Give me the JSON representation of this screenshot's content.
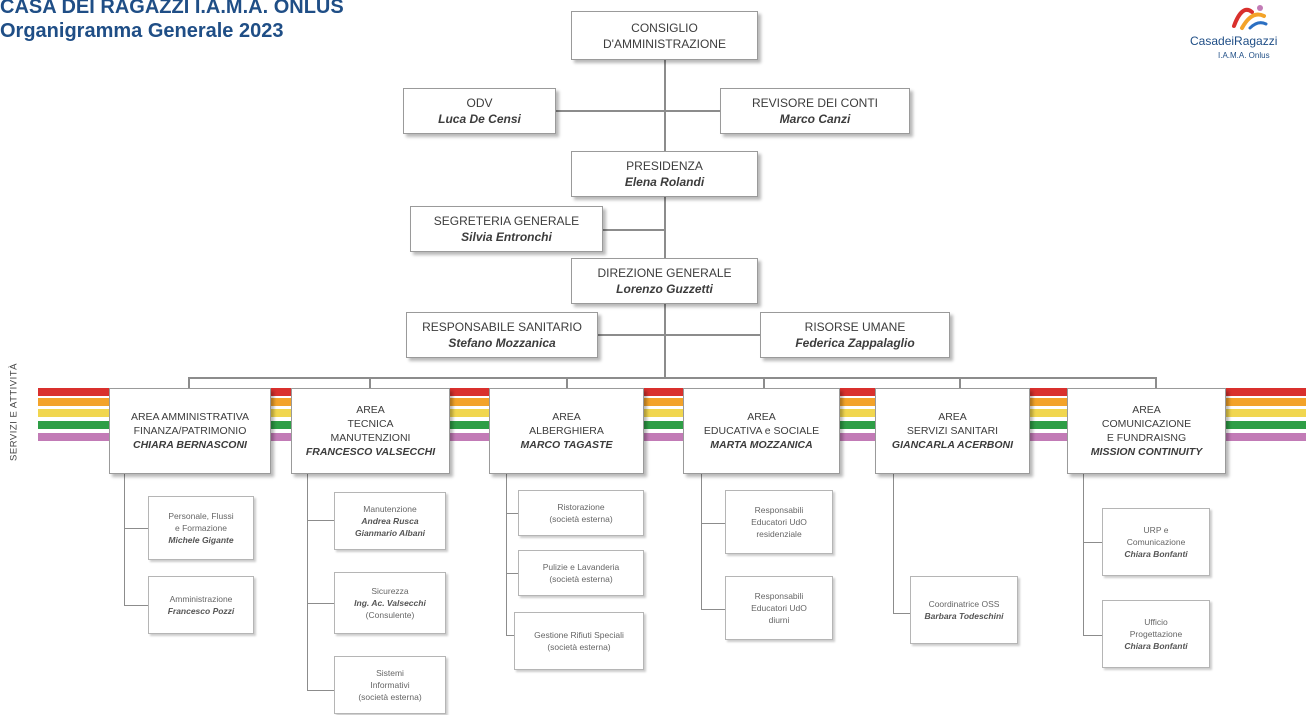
{
  "header": {
    "title": "CASA DEI RAGAZZI I.A.M.A. ONLUS",
    "subtitle": "Organigramma Generale 2023"
  },
  "logo": {
    "name": "CasadeiRagazzi",
    "sub": "I.A.M.A. Onlus",
    "icon": "colorful-figure-logo-icon"
  },
  "side_label": "SERVIZI E ATTIVITÀ",
  "stripe_colors": [
    "#d9302d",
    "#f3a329",
    "#f1d64f",
    "#2e9e46",
    "#c27bb6"
  ],
  "consiglio": {
    "title": "CONSIGLIO\nD'AMMINISTRAZIONE"
  },
  "odv": {
    "title": "ODV",
    "name": "Luca De Censi"
  },
  "revisore": {
    "title": "REVISORE DEI CONTI",
    "name": "Marco Canzi"
  },
  "presidenza": {
    "title": "PRESIDENZA",
    "name": "Elena Rolandi"
  },
  "segreteria": {
    "title": "SEGRETERIA GENERALE",
    "name": "Silvia Entronchi"
  },
  "direzione": {
    "title": "DIREZIONE GENERALE",
    "name": "Lorenzo Guzzetti"
  },
  "sanitario": {
    "title": "RESPONSABILE SANITARIO",
    "name": "Stefano Mozzanica"
  },
  "risorse": {
    "title": "RISORSE UMANE",
    "name": "Federica Zappalaglio"
  },
  "areas": [
    {
      "title": "AREA AMMINISTRATIVA\nFINANZA/PATRIMONIO",
      "name": "CHIARA BERNASCONI",
      "subs": [
        {
          "text": "Personale, Flussi\ne Formazione",
          "name": "Michele Gigante"
        },
        {
          "text": "Amministrazione",
          "name": "Francesco Pozzi"
        }
      ]
    },
    {
      "title": "AREA\nTECNICA\nMANUTENZIONI",
      "name": "FRANCESCO VALSECCHI",
      "subs": [
        {
          "text": "Manutenzione",
          "name": "Andrea Rusca\nGianmario Albani"
        },
        {
          "text": "Sicurezza",
          "name": "Ing. Ac. Valsecchi",
          "after": "(Consulente)"
        },
        {
          "text": "Sistemi\nInformativi\n(società esterna)"
        }
      ]
    },
    {
      "title": "AREA\nALBERGHIERA",
      "name": "MARCO TAGASTE",
      "subs": [
        {
          "text": "Ristorazione\n(società esterna)"
        },
        {
          "text": "Pulizie e Lavanderia\n(società esterna)"
        },
        {
          "text": "Gestione Rifiuti Speciali\n(società esterna)"
        }
      ]
    },
    {
      "title": "AREA\nEDUCATIVA e SOCIALE",
      "name": "MARTA MOZZANICA",
      "subs": [
        {
          "text": "Responsabili\nEducatori UdO\nresidenziale"
        },
        {
          "text": "Responsabili\nEducatori UdO\ndiurni"
        }
      ]
    },
    {
      "title": "AREA\nSERVIZI SANITARI",
      "name": "GIANCARLA ACERBONI",
      "subs": [
        {
          "text": "Coordinatrice OSS",
          "name": "Barbara Todeschini"
        }
      ]
    },
    {
      "title": "AREA\nCOMUNICAZIONE\nE FUNDRAISNG",
      "name": "MISSION CONTINUITY",
      "subs": [
        {
          "text": "URP e\nComunicazione",
          "name": "Chiara Bonfanti"
        },
        {
          "text": "Ufficio\nProgettazione",
          "name": "Chiara Bonfanti"
        }
      ]
    }
  ]
}
